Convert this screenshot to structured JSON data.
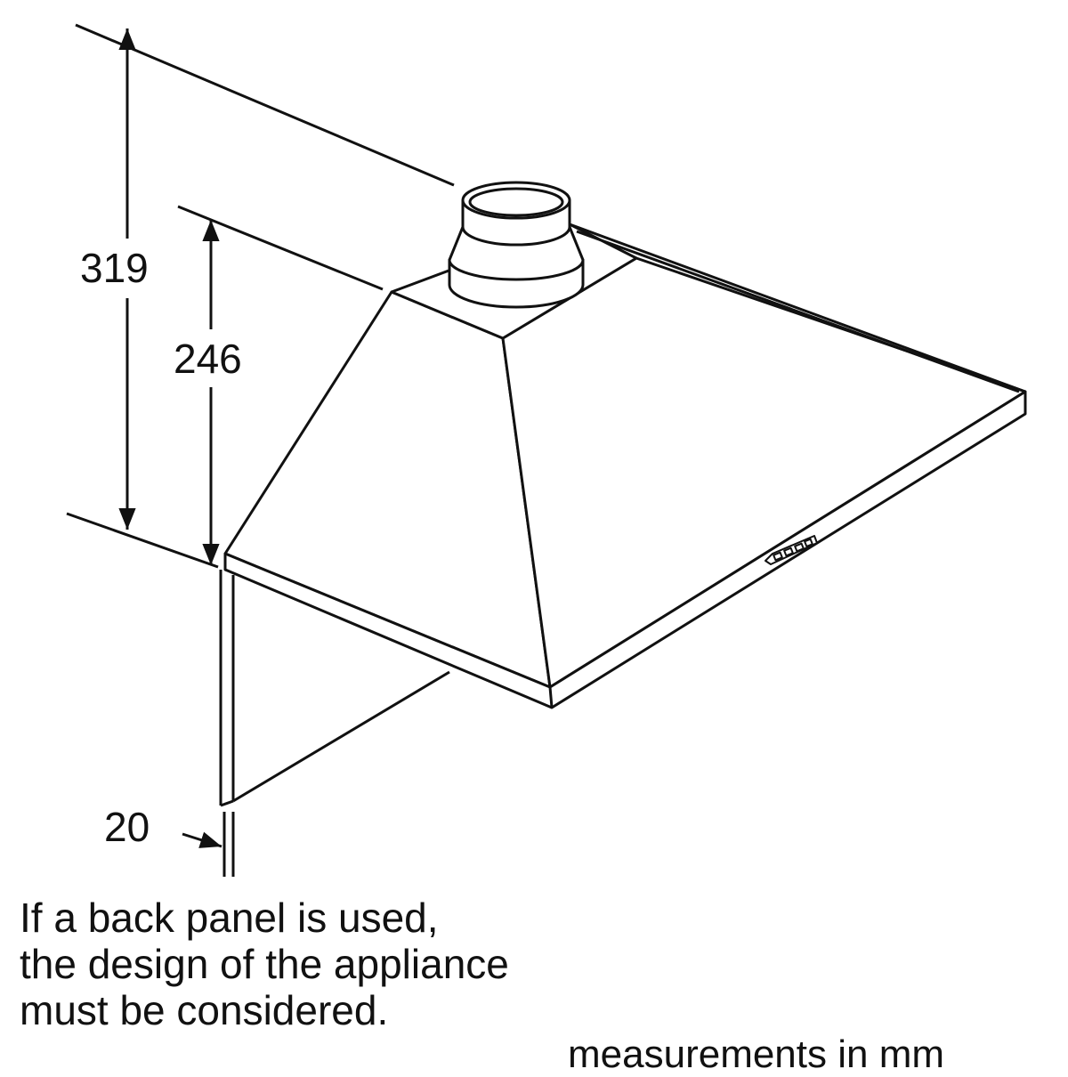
{
  "dimensions": {
    "total_height": "319",
    "hood_height": "246",
    "panel_thickness": "20"
  },
  "note": {
    "lines": [
      "If a back panel is used,",
      "the design of the appliance",
      "must be considered."
    ]
  },
  "units_label": "measurements in mm"
}
